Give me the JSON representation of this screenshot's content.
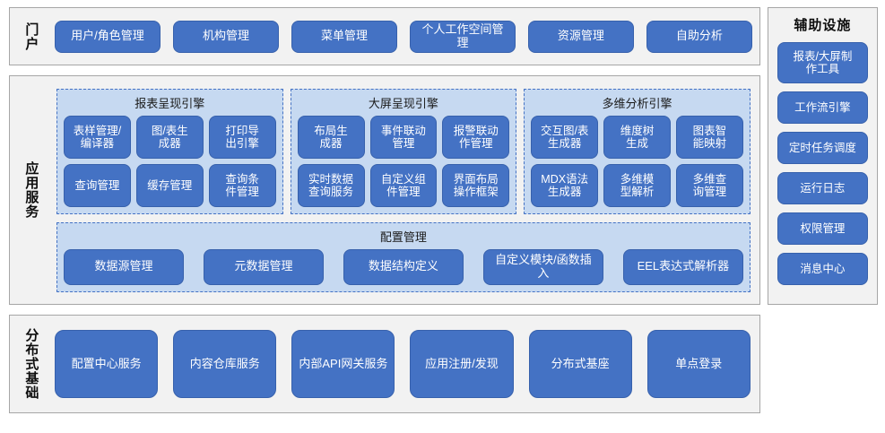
{
  "bands": {
    "portal": {
      "label": "门户",
      "items": [
        "用户/角色管理",
        "机构管理",
        "菜单管理",
        "个人工作空间管理",
        "资源管理",
        "自助分析"
      ]
    },
    "app_services": {
      "label": "应用服务",
      "engines": [
        {
          "title": "报表呈现引擎",
          "tiles": [
            "表样管理/\n编译器",
            "图/表生\n成器",
            "打印导\n出引擎",
            "查询管理",
            "缓存管理",
            "查询条\n件管理"
          ]
        },
        {
          "title": "大屏呈现引擎",
          "tiles": [
            "布局生\n成器",
            "事件联动\n管理",
            "报警联动\n作管理",
            "实时数据\n查询服务",
            "自定义组\n件管理",
            "界面布局\n操作框架"
          ]
        },
        {
          "title": "多维分析引擎",
          "tiles": [
            "交互图/表\n生成器",
            "维度树\n生成",
            "图表智\n能映射",
            "MDX语法\n生成器",
            "多维模\n型解析",
            "多维查\n询管理"
          ]
        }
      ],
      "config": {
        "title": "配置管理",
        "items": [
          "数据源管理",
          "元数据管理",
          "数据结构定义",
          "自定义模块/函数插入",
          "EEL表达式解析器"
        ]
      }
    },
    "distributed_base": {
      "label": "分布式基础",
      "items": [
        "配置中心服务",
        "内容仓库服务",
        "内部API网关服务",
        "应用注册/发现",
        "分布式基座",
        "单点登录"
      ]
    }
  },
  "aux_panel": {
    "title": "辅助设施",
    "items": [
      "报表/大屏制\n作工具",
      "工作流引擎",
      "定时任务调度",
      "运行日志",
      "权限管理",
      "消息中心"
    ]
  },
  "colors": {
    "chip_blue": "#4472C4",
    "group_light_blue": "#C6D9F1",
    "band_background": "#F2F2F2",
    "band_border": "#A6A6A6",
    "dashed_border": "#4472C4"
  }
}
